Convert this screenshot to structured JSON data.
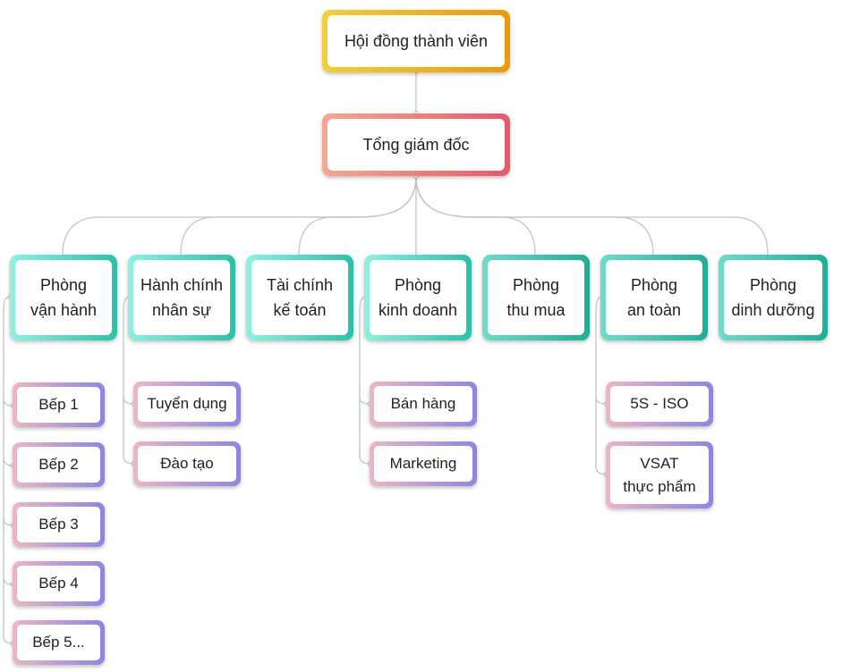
{
  "board": {
    "label": "Hội đồng thành viên"
  },
  "ceo": {
    "label": "Tổng giám đốc"
  },
  "departments": [
    {
      "line1": "Phòng",
      "line2": "vận hành"
    },
    {
      "line1": "Hành chính",
      "line2": "nhân sự"
    },
    {
      "line1": "Tài chính",
      "line2": "kế toán"
    },
    {
      "line1": "Phòng",
      "line2": "kinh doanh"
    },
    {
      "line1": "Phòng",
      "line2": "thu mua"
    },
    {
      "line1": "Phòng",
      "line2": "an toàn"
    },
    {
      "line1": "Phòng",
      "line2": "dinh dưỡng"
    }
  ],
  "sub_units": {
    "van_hanh": [
      {
        "label": "Bếp 1"
      },
      {
        "label": "Bếp 2"
      },
      {
        "label": "Bếp 3"
      },
      {
        "label": "Bếp 4"
      },
      {
        "label": "Bếp 5..."
      }
    ],
    "hanh_chinh": [
      {
        "label": "Tuyển dụng"
      },
      {
        "label": "Đào tạo"
      }
    ],
    "kinh_doanh": [
      {
        "label": "Bán hàng"
      },
      {
        "label": "Marketing"
      }
    ],
    "an_toan": [
      {
        "label": "5S - ISO"
      },
      {
        "line1": "VSAT",
        "line2": "thực phẩm"
      }
    ]
  },
  "colors": {
    "board": [
      "#f2cf3c",
      "#e99a0a"
    ],
    "ceo": [
      "#f3a892",
      "#e7586b"
    ],
    "department": [
      "#8ff0e0",
      "#2cc1a8"
    ],
    "sub_unit": [
      "#ecb6c6",
      "#8e85e0"
    ],
    "connector": "#c4c4c4"
  }
}
